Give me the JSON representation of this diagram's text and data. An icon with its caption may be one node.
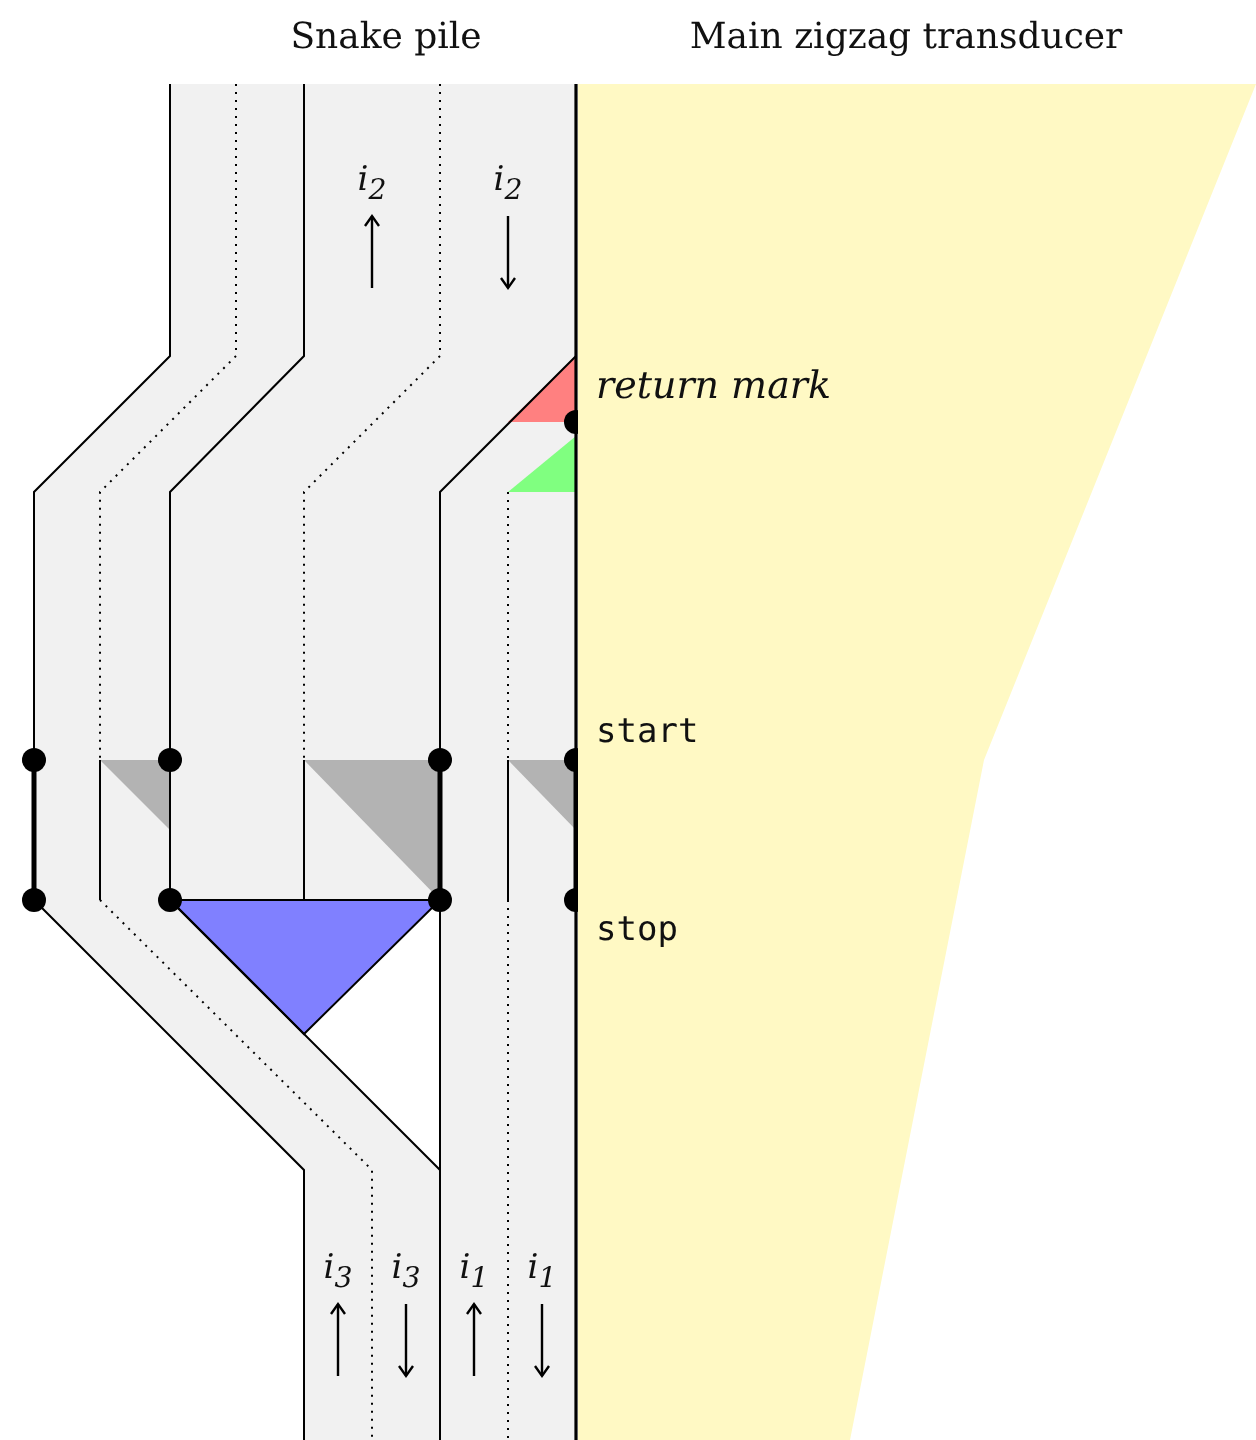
{
  "diagram": {
    "labels": [
      "Snake pile",
      "Main zigzag transducer",
      "i$_{2}$",
      "i$_{2}$",
      "return mark",
      "start",
      "stop",
      "i$_{3}$",
      "i$_{3}$",
      "i$_{1}$",
      "i$_{1}$"
    ]
  }
}
